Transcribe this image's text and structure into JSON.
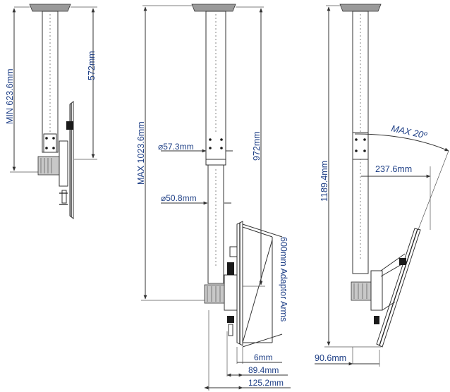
{
  "views": {
    "minimum": {
      "min_height": "MIN 623.6mm",
      "inner_height": "572mm"
    },
    "maximum": {
      "upper_tube_diameter": "⌀57.3mm",
      "lower_tube_diameter": "⌀50.8mm",
      "max_height": "MAX 1023.6mm",
      "inner_height": "972mm",
      "adaptor_arms": "600mm Adaptor Arms",
      "depth_small": "6mm",
      "depth_mid": "89.4mm",
      "depth_large": "125.2mm"
    },
    "tilted": {
      "max_tilt": "MAX 20º",
      "arm_reach": "237.6mm",
      "total_height": "1189.4mm",
      "plate_offset": "90.6mm"
    }
  },
  "colors": {
    "dimension_text": "#1e3f86",
    "line": "#333333"
  }
}
